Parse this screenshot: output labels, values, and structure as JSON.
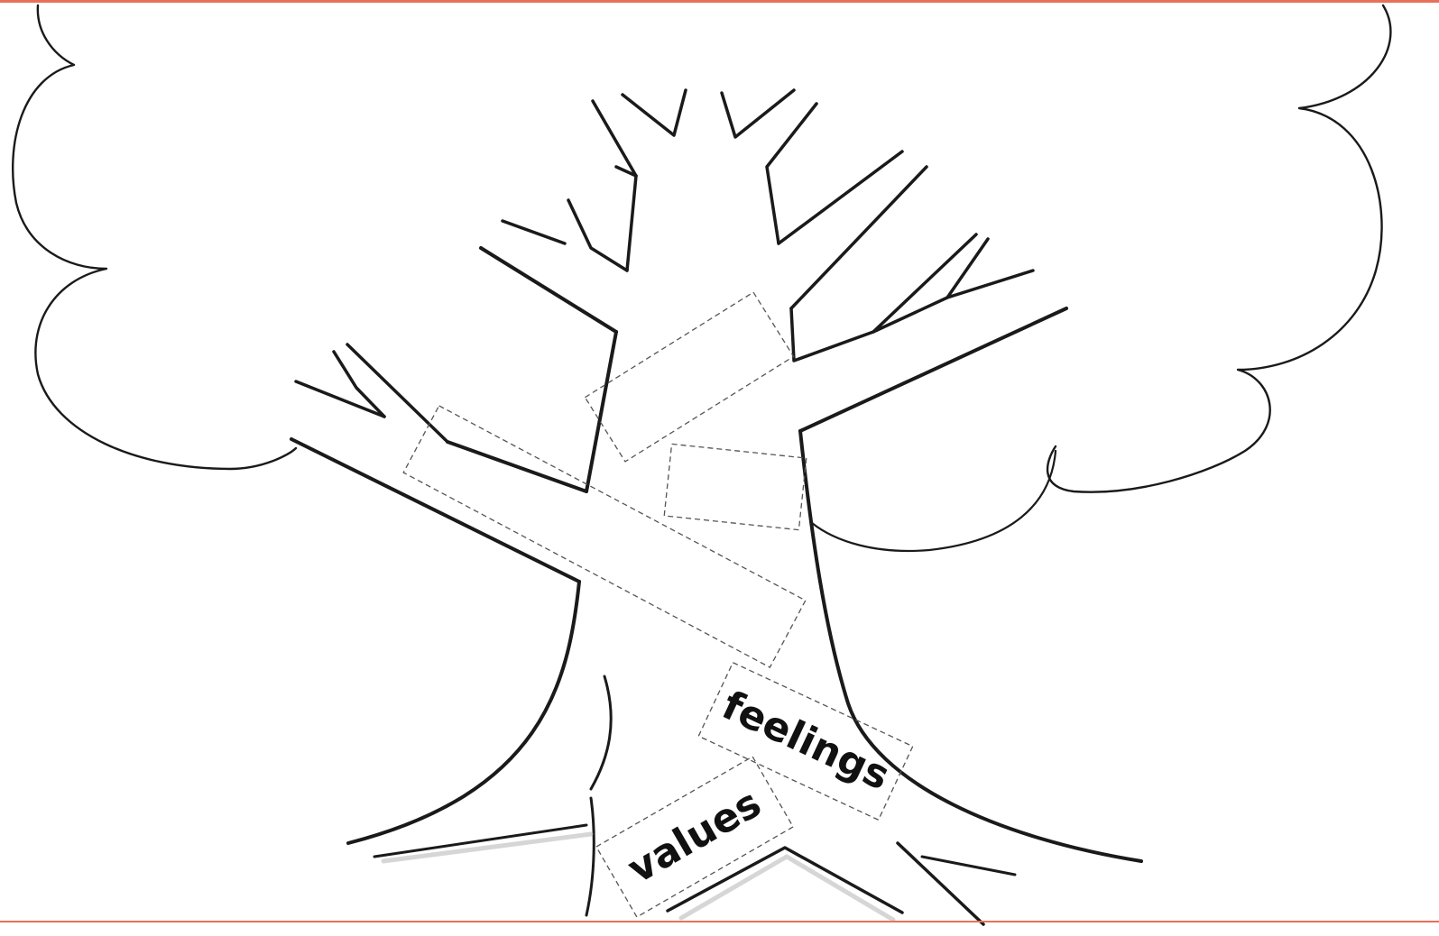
{
  "colors": {
    "accent_rule": "#e8705a",
    "outline": "#1a1a1a",
    "shadow": "#b5b5b5"
  },
  "tree_labels": {
    "feelings": "feelings",
    "values": "values"
  },
  "decorations": {
    "crown_outline": "cloud",
    "trunk_outline": "tree"
  }
}
